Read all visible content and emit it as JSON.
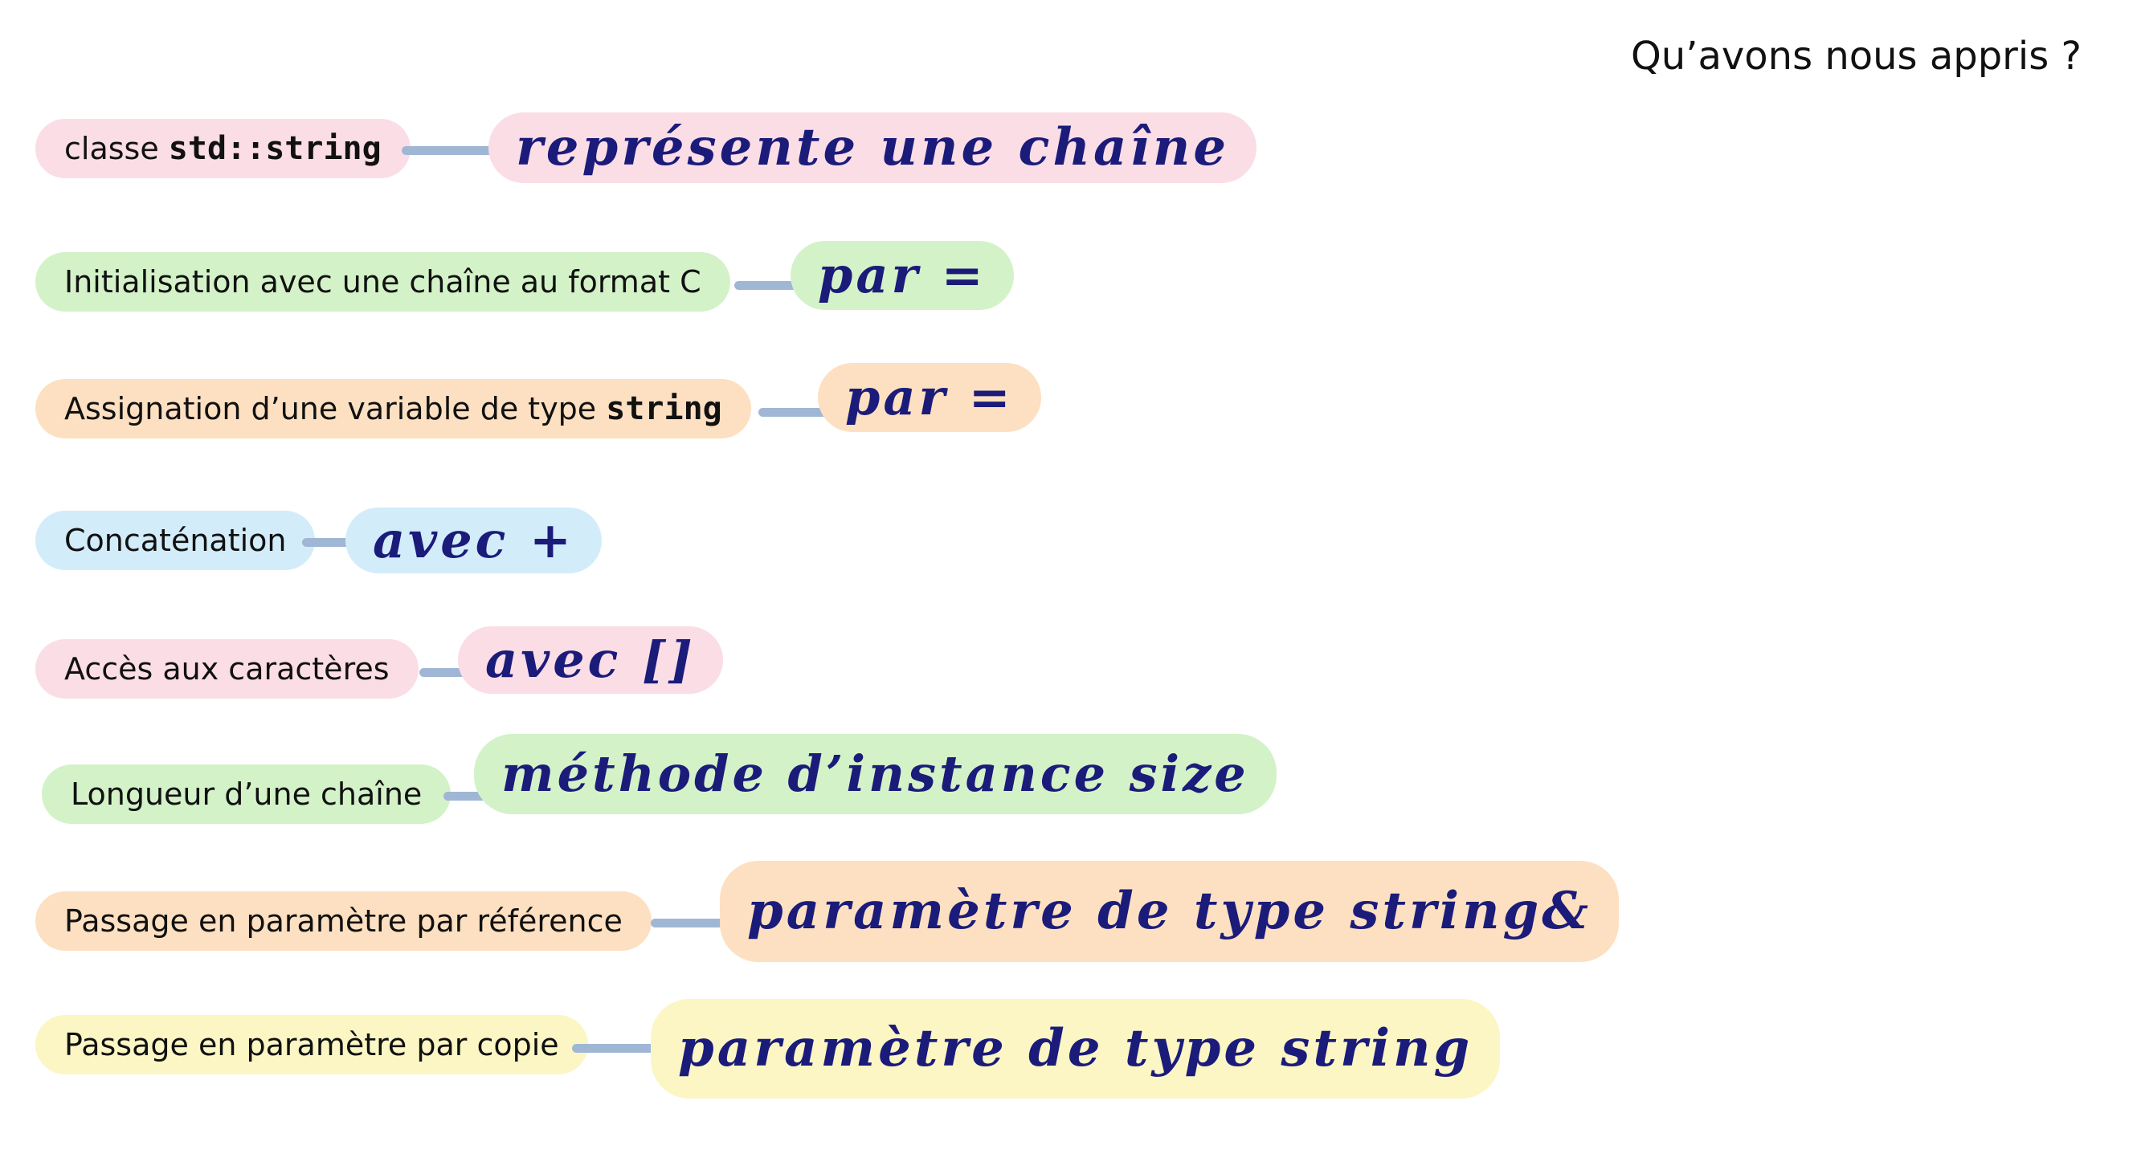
{
  "title": "Qu’avons nous appris ?",
  "rows": [
    {
      "label_prefix": "classe ",
      "label_code": "std::string",
      "answer": "représente une chaîne",
      "color": "#fbdde6"
    },
    {
      "label": "Initialisation avec une chaîne au format C",
      "answer": "par =",
      "color": "#d3f2c8"
    },
    {
      "label_prefix": "Assignation d’une variable de type ",
      "label_code": "string",
      "answer": "par =",
      "color": "#fde0c1"
    },
    {
      "label": "Concaténation",
      "answer": "avec +",
      "color": "#d2ecfa"
    },
    {
      "label": "Accès aux caractères",
      "answer": "avec []",
      "color": "#fbdde6"
    },
    {
      "label": "Longueur d’une chaîne",
      "answer": "méthode d’instance size",
      "color": "#d3f2c8"
    },
    {
      "label": "Passage en paramètre par référence",
      "answer": "paramètre de type string&",
      "color": "#fde0c1"
    },
    {
      "label": "Passage en paramètre par copie",
      "answer": "paramètre de type string",
      "color": "#fbf6c4"
    }
  ],
  "connector_color": "#9fb7d4",
  "handwriting_color": "#1b1b7a"
}
